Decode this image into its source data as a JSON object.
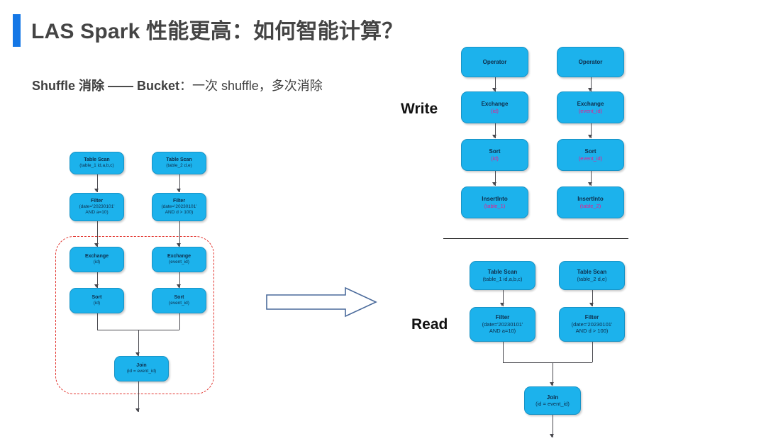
{
  "header": {
    "title": "LAS Spark 性能更高：如何智能计算？",
    "subtitle_bold_1": "Shuffle 消除 —— Bucket",
    "subtitle_normal": "：一次 shuffle，多次消除",
    "accent_color": "#1477E6"
  },
  "theme": {
    "node_fill": "#1CB2EC",
    "node_border": "#1893C6",
    "node_text": "#0e2c49",
    "highlight_text": "#F0188C",
    "dashed_box_color": "#E2352F",
    "connector_color": "#49494f",
    "arrow_outline": "#4A6A9B"
  },
  "left_plan": {
    "name": "original-plan",
    "branch_a": [
      {
        "title": "Table Scan",
        "detail": "(table_1 id,a,b,c)"
      },
      {
        "title": "Filter",
        "detail_line1": "(date='20230101'",
        "detail_line2": "AND a=10)"
      },
      {
        "title": "Exchange",
        "detail": "(id)"
      },
      {
        "title": "Sort",
        "detail": "(id)"
      }
    ],
    "branch_b": [
      {
        "title": "Table Scan",
        "detail": "(table_2 d,e)"
      },
      {
        "title": "Filter",
        "detail_line1": "(date='20230101'",
        "detail_line2": "AND d > 100)"
      },
      {
        "title": "Exchange",
        "detail": "(event_id)"
      },
      {
        "title": "Sort",
        "detail": "(event_id)"
      }
    ],
    "join": {
      "title": "Join",
      "detail": "(id = event_id)"
    }
  },
  "right_write": {
    "label": "Write",
    "branch_a": [
      {
        "title": "Operator",
        "detail": ""
      },
      {
        "title": "Exchange",
        "detail": "(id)"
      },
      {
        "title": "Sort",
        "detail": "(id)"
      },
      {
        "title": "InsertInto",
        "detail": "(table_1)"
      }
    ],
    "branch_b": [
      {
        "title": "Operator",
        "detail": ""
      },
      {
        "title": "Exchange",
        "detail": "(event_id)"
      },
      {
        "title": "Sort",
        "detail": "(event_id)"
      },
      {
        "title": "InsertInto",
        "detail": "(table_2)"
      }
    ]
  },
  "right_read": {
    "label": "Read",
    "branch_a": [
      {
        "title": "Table Scan",
        "detail": "(table_1 id,a,b,c)"
      },
      {
        "title": "Filter",
        "detail_line1": "(date='20230101'",
        "detail_line2": "AND a=10)"
      }
    ],
    "branch_b": [
      {
        "title": "Table Scan",
        "detail": "(table_2 d,e)"
      },
      {
        "title": "Filter",
        "detail_line1": "(date='20230101'",
        "detail_line2": "AND d > 100)"
      }
    ],
    "join": {
      "title": "Join",
      "detail": "(id = event_id)"
    }
  }
}
